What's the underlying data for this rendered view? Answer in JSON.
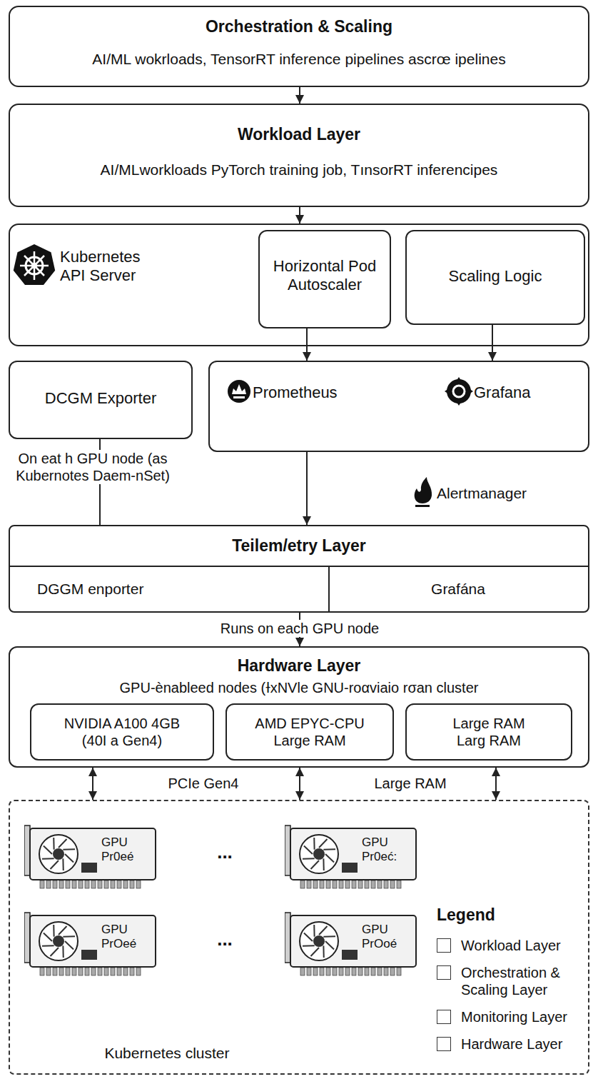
{
  "diagram": {
    "nodes": [
      {
        "text": [
          "Orchestration & Scaling",
          "AI/ML wokrloads, TensorRT inference pipelines ascrœ ipelines"
        ]
      },
      {
        "text": [
          "Workload Layer",
          "AI/MLworkloads PyTorch training job, TınsorRT inferencipes"
        ]
      },
      {
        "text": [
          "Kubernetes API Server"
        ]
      },
      {
        "text": [
          "Horizontal Pod Autoscaler"
        ],
        "in": 2
      },
      {
        "text": [
          "Scaling Logic"
        ],
        "in": 2
      },
      {
        "text": [
          "DCGM Exporter"
        ]
      },
      {
        "text": [
          "Prometheus",
          "Grafana"
        ]
      },
      {
        "text": [
          "Teilem/etry Layer"
        ]
      },
      {
        "text": [
          "DGGM enporter"
        ],
        "in": 7
      },
      {
        "text": [
          "Grafána"
        ],
        "in": 7
      },
      {
        "text": [
          "Hardware Layer",
          "GPU-ènableed nodes (ɫxNVle GNU-roαviaio rσan cluster"
        ]
      },
      {
        "text": [
          "NVIDIA A100 4GB (40I a Gen4)"
        ],
        "in": 10
      },
      {
        "text": [
          "AMD EPYC-CPU Large RAM"
        ],
        "in": 10
      },
      {
        "text": [
          "Large RAM Larg RAM"
        ],
        "in": 10
      },
      {
        "text": [
          "Kubernetes cluster"
        ]
      },
      {
        "text": [
          "GPU Pr0eé"
        ],
        "in": 14
      },
      {
        "text": [
          "GPU Pr0eć:"
        ],
        "in": 14
      },
      {
        "text": [
          "GPU PrOeé"
        ],
        "in": 14
      },
      {
        "text": [
          "GPU PrOoé"
        ],
        "in": 14
      }
    ],
    "edges": [
      {
        "from": 0,
        "to": 1,
        "arrow": "to"
      },
      {
        "from": 1,
        "to": 2,
        "arrow": "to"
      },
      {
        "from": 3,
        "to": 6,
        "arrow": "to"
      },
      {
        "from": 4,
        "to": 6,
        "arrow": "to"
      },
      {
        "from": 6,
        "to": 7,
        "arrow": "to"
      },
      {
        "from": 5,
        "to": 7,
        "arrow": "none"
      },
      {
        "from": 7,
        "to": 10,
        "arrow": "to",
        "label": "Runs on each GPU node"
      },
      {
        "from": 10,
        "to": 14,
        "arrow": "both"
      },
      {
        "from": 10,
        "to": 14,
        "arrow": "both"
      },
      {
        "from": 10,
        "to": 14,
        "arrow": "both"
      }
    ],
    "labels": [
      "On eat h GPU node (as Kubernotes Daem-nSet)",
      "Alertmanager",
      "PCIe Gen4",
      "Large RAM",
      "...",
      "...",
      "Legend"
    ],
    "legend": [
      {
        "text": "Workload Layer",
        "color": "#ffffff"
      },
      {
        "text": "Orchestration & Scaling Layer",
        "color": "#ffffff"
      },
      {
        "text": "Monitoring Layer",
        "color": "#ffffff"
      },
      {
        "text": "Hardware Layer",
        "color": "#ffffff"
      }
    ]
  }
}
